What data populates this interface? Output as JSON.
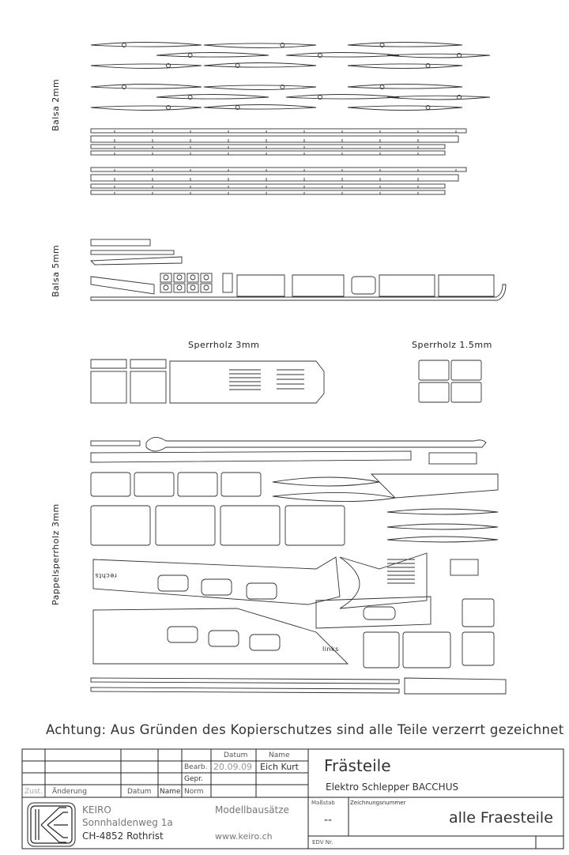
{
  "section_labels": {
    "balsa_2mm": "Balsa 2mm",
    "balsa_5mm": "Balsa 5mm",
    "sperrholz_3mm": "Sperrholz 3mm",
    "sperrholz_1_5mm": "Sperrholz 1.5mm",
    "pappelsperrholz_3mm": "Pappelsperrholz 3mm"
  },
  "part_labels": {
    "rechts": "rechts",
    "links": "links"
  },
  "warning": "Achtung: Aus Gründen des Kopierschutzes sind alle Teile verzerrt gezeichnet",
  "title_block": {
    "header_datum": "Datum",
    "header_name": "Name",
    "bearb_label": "Bearb.",
    "bearb_date": "20.09.09",
    "bearb_name": "Eich Kurt",
    "gepr_label": "Gepr.",
    "norm_label": "Norm",
    "zust_label": "Zust.",
    "aenderung_label": "Änderung",
    "datum_label": "Datum",
    "name_label": "Name",
    "company": "KEIRO",
    "street": "Sonnhaldenweg 1a",
    "city": "CH-4852 Rothrist",
    "tagline": "Modellbausätze",
    "website": "www.keiro.ch",
    "title": "Frästeile",
    "subtitle": "Elektro Schlepper BACCHUS",
    "massstab_label": "Maßstab",
    "massstab_value": "--",
    "zeichnungsnummer_label": "Zeichnungsnummer",
    "zeichnungsnummer_value": "alle Fraesteile",
    "edv_label": "EDV Nr."
  }
}
